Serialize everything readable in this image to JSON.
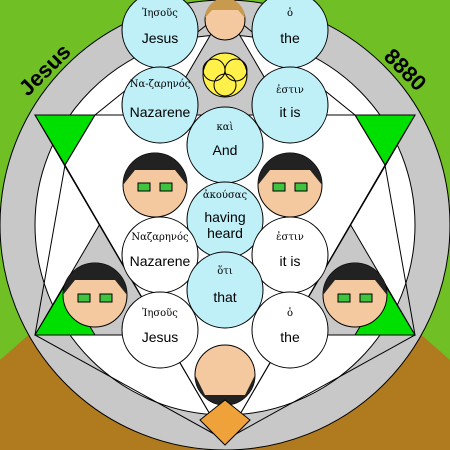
{
  "corner_left": "Jesus",
  "corner_right": "8880",
  "colors": {
    "grass": "#6fbf25",
    "soil": "#b07a1e",
    "ring": "#c8c8c8",
    "star": "#00e000",
    "bubble": "#bfeff7",
    "bubble_white": "#ffffff"
  },
  "bubbles": [
    {
      "greek": "Ἰησοῦς",
      "word": "Jesus"
    },
    {
      "greek": "ὁ",
      "word": "the"
    },
    {
      "greek": "Να-ζαρηνός",
      "word": "Nazarene"
    },
    {
      "greek": "ἐστιν",
      "word": "it is"
    },
    {
      "greek": "καὶ",
      "word": "And"
    },
    {
      "greek": "ἀκούσας",
      "word": "having heard"
    },
    {
      "greek": "Ναζαρηνός",
      "word": "Nazarene"
    },
    {
      "greek": "ἐστιν",
      "word": "it is"
    },
    {
      "greek": "ὅτι",
      "word": "that"
    },
    {
      "greek": "Ἰησοῦς",
      "word": "Jesus"
    },
    {
      "greek": "ὁ",
      "word": "the"
    }
  ]
}
